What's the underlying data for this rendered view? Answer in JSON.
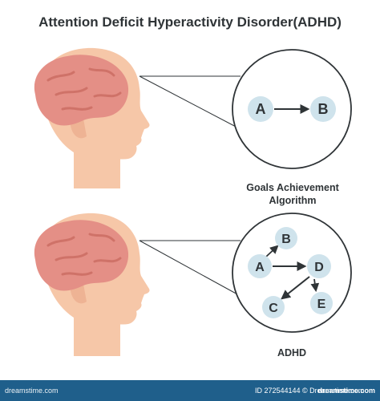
{
  "title": "Attention Deficit Hyperactivity Disorder(ADHD)",
  "labels": {
    "goals_line1": "Goals Achievement",
    "goals_line2": "Algorithm",
    "adhd": "ADHD"
  },
  "top_diagram": {
    "nodes": [
      {
        "id": "A",
        "label": "A"
      },
      {
        "id": "B",
        "label": "B"
      }
    ],
    "edges": [
      [
        "A",
        "B"
      ]
    ]
  },
  "bottom_diagram": {
    "nodes": [
      {
        "id": "A",
        "label": "A"
      },
      {
        "id": "B",
        "label": "B"
      },
      {
        "id": "C",
        "label": "C"
      },
      {
        "id": "D",
        "label": "D"
      },
      {
        "id": "E",
        "label": "E"
      }
    ],
    "edges": [
      [
        "A",
        "B"
      ],
      [
        "A",
        "D"
      ],
      [
        "D",
        "C"
      ],
      [
        "D",
        "E"
      ]
    ]
  },
  "watermark": {
    "left": "dreamstime.com",
    "id_text": "ID 272544144 © Dreamstime.com",
    "brand": "dreamstime.com"
  },
  "colors": {
    "skin": "#f6c7a8",
    "skin_shade": "#eeb394",
    "brain": "#e48f86",
    "brain_dark": "#cf7268",
    "node_fill": "#cfe3ec",
    "line": "#2f3437",
    "footer": "#1f5f8b"
  }
}
